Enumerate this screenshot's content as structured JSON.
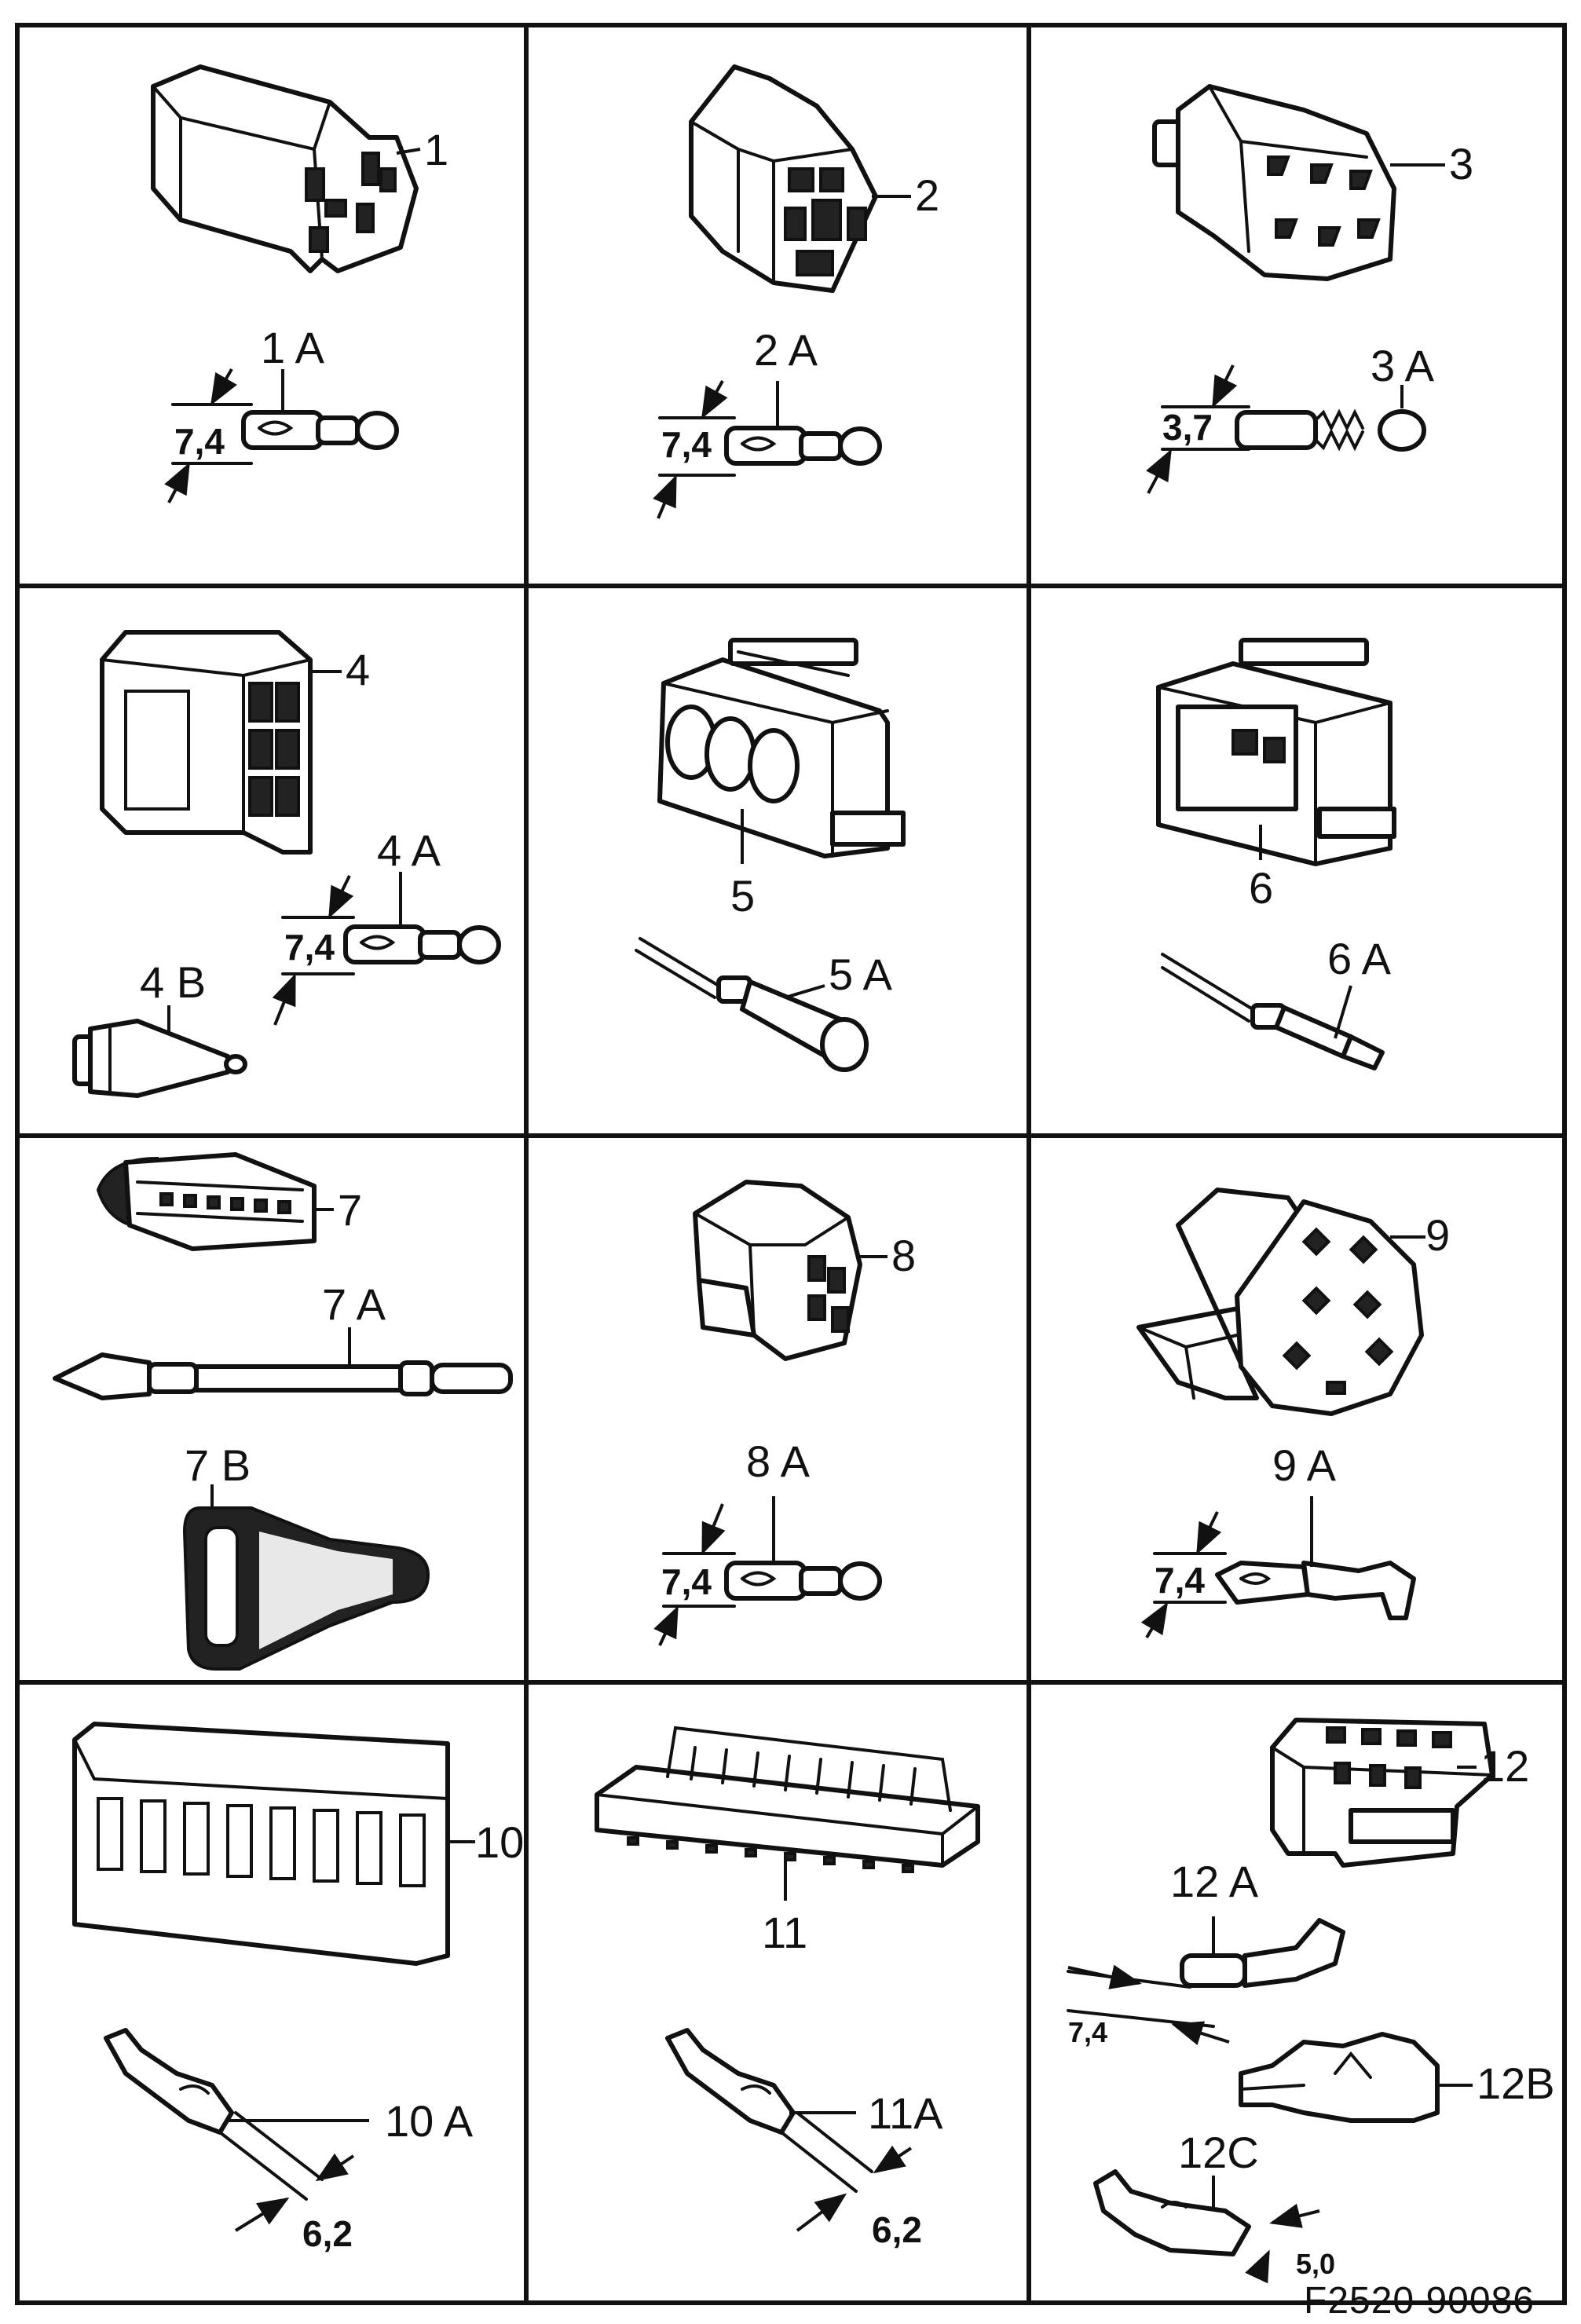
{
  "parts": {
    "p1": "1",
    "p1a": "1 A",
    "d1": "7,4",
    "p2": "2",
    "p2a": "2 A",
    "d2": "7,4",
    "p3": "3",
    "p3a": "3 A",
    "d3": "3,7",
    "p4": "4",
    "p4a": "4 A",
    "p4b": "4 B",
    "d4": "7,4",
    "p5": "5",
    "p5a": "5 A",
    "p6": "6",
    "p6a": "6 A",
    "p7": "7",
    "p7a": "7 A",
    "p7b": "7 B",
    "p8": "8",
    "p8a": "8 A",
    "d8": "7,4",
    "p9": "9",
    "p9a": "9 A",
    "d9": "7,4",
    "p10": "10",
    "p10a": "10 A",
    "d10": "6,2",
    "p11": "11",
    "p11a": "11A",
    "d11": "6,2",
    "p12": "12",
    "p12a": "12 A",
    "p12b": "12B",
    "p12c": "12C",
    "d12": "7,4",
    "d12c": "5,0"
  },
  "footer": {
    "code": "F2520  90086"
  }
}
